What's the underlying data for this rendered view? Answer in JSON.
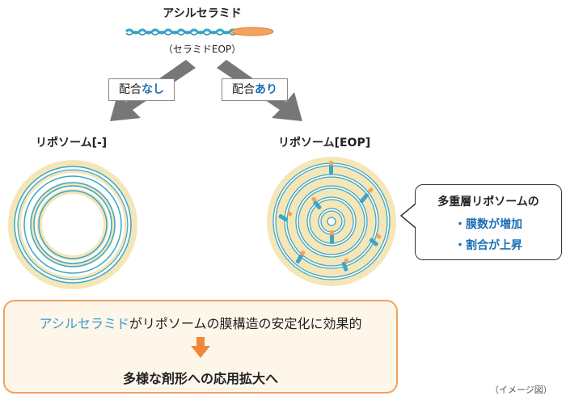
{
  "header": {
    "title": "アシルセラミド",
    "subtitle": "（セラミドEOP）"
  },
  "branches": {
    "left": {
      "prefix": "配合",
      "highlight": "なし"
    },
    "right": {
      "prefix": "配合",
      "highlight": "あり"
    }
  },
  "liposomes": {
    "left_label": "リポソーム[-]",
    "right_label": "リポソーム[EOP]"
  },
  "bubble": {
    "title": "多重層リポソームの",
    "items": [
      "・膜数が増加",
      "・割合が上昇"
    ]
  },
  "summary": {
    "line1_highlight": "アシルセラミド",
    "line1_rest": "がリポソームの膜構造の安定化に効果的",
    "line2": "多様な剤形への応用拡大へ"
  },
  "footnote": "（イメージ図）",
  "colors": {
    "membrane": "#f5e6b8",
    "membrane_line": "#3aa7c9",
    "tail": "#3aa7c9",
    "head": "#f2a35c",
    "accent": "#1a6fb5",
    "arrow": "#777777",
    "down_arrow": "#f0883a",
    "summary_bg": "#fff6ea",
    "summary_border": "#f2a35c"
  }
}
